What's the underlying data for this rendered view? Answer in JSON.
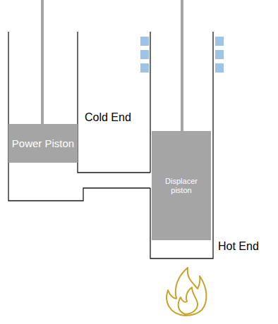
{
  "diagram": {
    "nodes": [
      {
        "text": [
          "Power Piston"
        ]
      },
      {
        "text": [
          "Displacer piston"
        ]
      }
    ],
    "labels": [
      "Cold End",
      "Hot End"
    ]
  }
}
